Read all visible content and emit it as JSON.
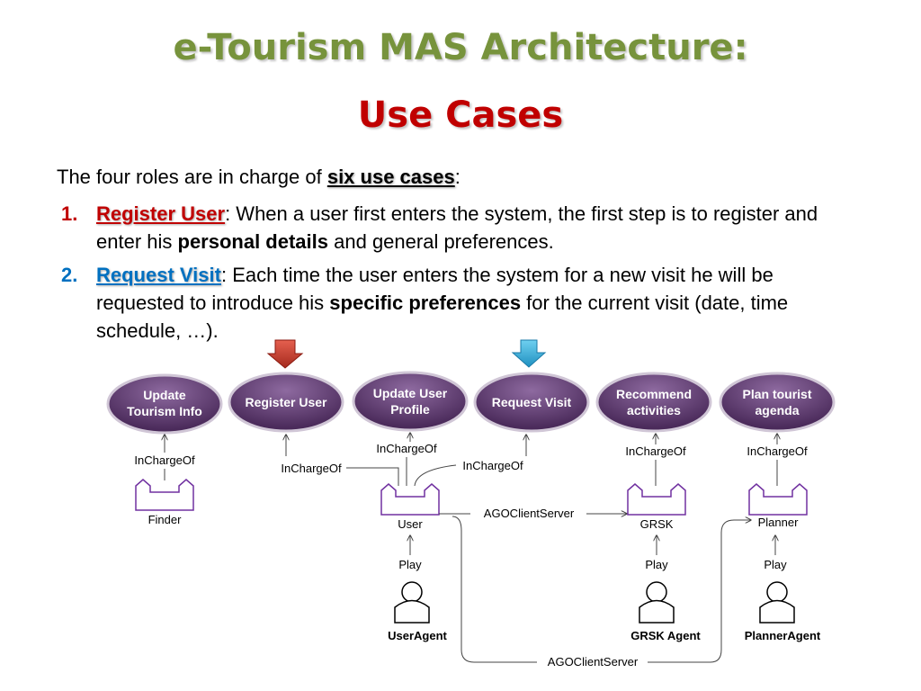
{
  "title": {
    "line1": "e-Tourism MAS Architecture:",
    "line2": "Use Cases"
  },
  "intro": {
    "prefix": "The four roles are in charge of ",
    "emphasis": "six use cases",
    "suffix": ":"
  },
  "items": [
    {
      "number": "1.",
      "term": "Register User",
      "text1": ": When a user first enters the system, the first step is to register and enter his ",
      "bold": "personal details",
      "text2": " and general preferences."
    },
    {
      "number": "2.",
      "term": "Request  Visit",
      "text1": ": Each time the user enters the system for a new visit he will be requested to introduce his ",
      "bold": "specific preferences",
      "text2": " for the current visit (date, time schedule, …)."
    }
  ],
  "colors": {
    "title_green": "#77933c",
    "title_red": "#c00000",
    "term1": "#c00000",
    "term2": "#0070c0",
    "usecase_fill": "#5d3a6e",
    "role_stroke": "#7030a0",
    "arrow_red": "#c0392b",
    "arrow_blue": "#31a8d8"
  },
  "diagram": {
    "use_cases": {
      "update_tourism_info": [
        "Update",
        "Tourism Info"
      ],
      "register_user": [
        "Register User"
      ],
      "update_user_profile": [
        "Update User",
        "Profile"
      ],
      "request_visit": [
        "Request Visit"
      ],
      "recommend_activities": [
        "Recommend",
        "activities"
      ],
      "plan_tourist_agenda": [
        "Plan tourist",
        "agenda"
      ]
    },
    "relations": {
      "in_charge_of": "InChargeOf",
      "play": "Play",
      "ago_client_server": "AGOClientServer"
    },
    "roles": {
      "finder": "Finder",
      "user": "User",
      "grsk": "GRSK",
      "planner": "Planner"
    },
    "agents": {
      "user_agent": "UserAgent",
      "grsk_agent": "GRSK Agent",
      "planner_agent": "PlannerAgent"
    }
  }
}
